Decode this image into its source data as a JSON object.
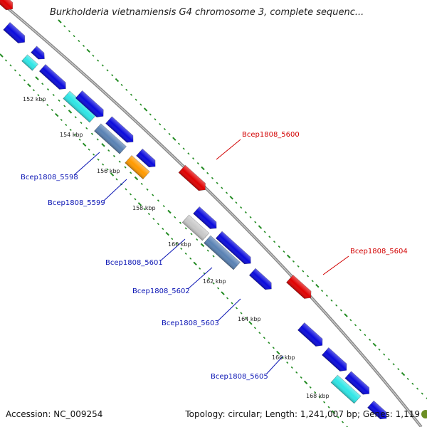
{
  "title": "Burkholderia vietnamiensis G4 chromosome 3, complete sequenc...",
  "accession": "Accession: NC_009254",
  "topology": "Topology: circular; Length: 1,241,007 bp; Genes: 1,119",
  "colors": {
    "cds_blue": "#0a0adc",
    "cds_red": "#e00000",
    "cyan": "#2ee6e6",
    "steelblue": "#5a82b4",
    "orange": "#ff9a00",
    "grey": "#c8c8c8",
    "backbone": "#888888",
    "tick_green": "#228b22",
    "label_blue": "#0a14b4",
    "label_red": "#d20000"
  },
  "tick_labels": [
    "152 kbp",
    "154 kbp",
    "156 kbp",
    "158 kbp",
    "160 kbp",
    "162 kbp",
    "164 kbp",
    "166 kbp",
    "168 kbp"
  ],
  "gene_labels": [
    {
      "text": "Bcep1808_5598",
      "color": "blue"
    },
    {
      "text": "Bcep1808_5599",
      "color": "blue"
    },
    {
      "text": "Bcep1808_5600",
      "color": "red"
    },
    {
      "text": "Bcep1808_5601",
      "color": "blue"
    },
    {
      "text": "Bcep1808_5602",
      "color": "blue"
    },
    {
      "text": "Bcep1808_5603",
      "color": "blue"
    },
    {
      "text": "Bcep1808_5604",
      "color": "red"
    },
    {
      "text": "Bcep1808_5605",
      "color": "blue"
    }
  ]
}
